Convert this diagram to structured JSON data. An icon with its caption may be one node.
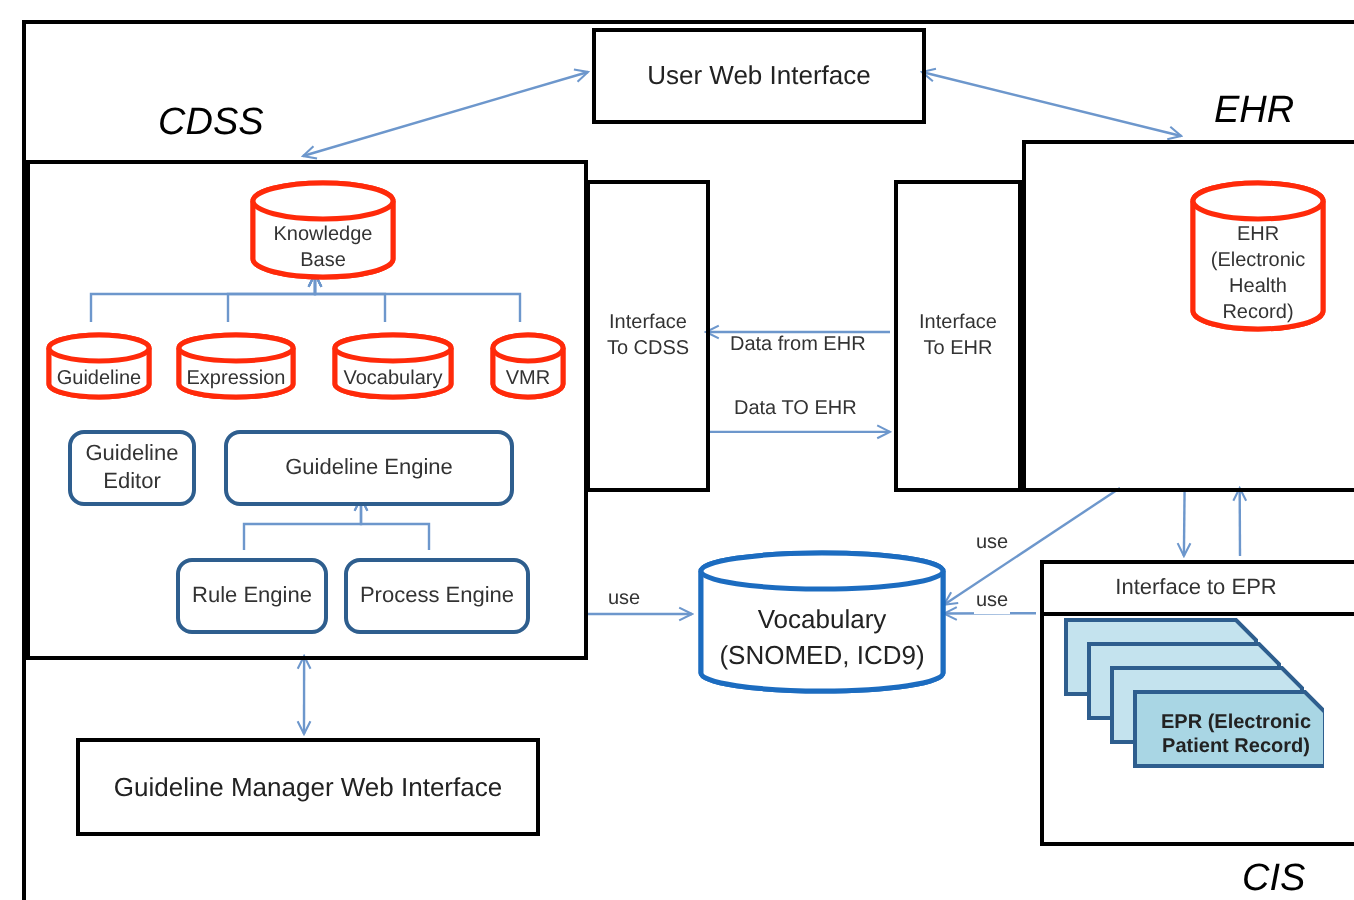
{
  "diagram": {
    "nodes": [
      {
        "text": [
          "CIS"
        ]
      },
      {
        "text": [
          "User Web Interface"
        ],
        "in": 0
      },
      {
        "text": [
          "CDSS"
        ],
        "in": 0
      },
      {
        "text": [
          "Knowledge Base"
        ],
        "in": 2
      },
      {
        "text": [
          "Guideline"
        ],
        "in": 2
      },
      {
        "text": [
          "Expression"
        ],
        "in": 2
      },
      {
        "text": [
          "Vocabulary"
        ],
        "in": 2
      },
      {
        "text": [
          "VMR"
        ],
        "in": 2
      },
      {
        "text": [
          "Guideline Editor"
        ],
        "in": 2
      },
      {
        "text": [
          "Guideline  Engine"
        ],
        "in": 2
      },
      {
        "text": [
          "Rule Engine"
        ],
        "in": 2
      },
      {
        "text": [
          "Process Engine"
        ],
        "in": 2
      },
      {
        "text": [
          "Guideline Manager Web Interface"
        ],
        "in": 0
      },
      {
        "text": [
          "Interface To CDSS"
        ],
        "in": 0
      },
      {
        "text": [
          "Interface To EHR"
        ],
        "in": 0
      },
      {
        "text": [
          "EHR"
        ],
        "in": 0
      },
      {
        "text": [
          "EHR (Electronic Health Record)"
        ],
        "in": 15
      },
      {
        "text": [
          "Vocabulary (SNOMED, ICD9)"
        ],
        "in": 0
      },
      {
        "text": [
          "Interface to EPR"
        ],
        "in": 0
      },
      {
        "text": [
          "EPR (Electronic Patient Record)"
        ],
        "in": 18
      }
    ],
    "edges": [
      {
        "from": 1,
        "to": 2,
        "arrow": "both"
      },
      {
        "from": 1,
        "to": 15,
        "arrow": "both"
      },
      {
        "from": 4,
        "to": 3,
        "arrow": "to"
      },
      {
        "from": 5,
        "to": 3,
        "arrow": "to"
      },
      {
        "from": 6,
        "to": 3,
        "arrow": "to"
      },
      {
        "from": 7,
        "to": 3,
        "arrow": "to"
      },
      {
        "from": 10,
        "to": 9,
        "arrow": "to"
      },
      {
        "from": 11,
        "to": 9,
        "arrow": "to"
      },
      {
        "from": 2,
        "to": 12,
        "arrow": "both"
      },
      {
        "from": 14,
        "to": 13,
        "arrow": "to",
        "label": "Data from EHR"
      },
      {
        "from": 13,
        "to": 14,
        "arrow": "to",
        "label": "Data TO EHR"
      },
      {
        "from": 2,
        "to": 17,
        "arrow": "to",
        "label": "use"
      },
      {
        "from": 15,
        "to": 17,
        "arrow": "to",
        "label": "use"
      },
      {
        "from": 18,
        "to": 17,
        "arrow": "to",
        "label": "use"
      },
      {
        "from": 15,
        "to": 18,
        "arrow": "to"
      },
      {
        "from": 18,
        "to": 15,
        "arrow": "to"
      }
    ]
  }
}
